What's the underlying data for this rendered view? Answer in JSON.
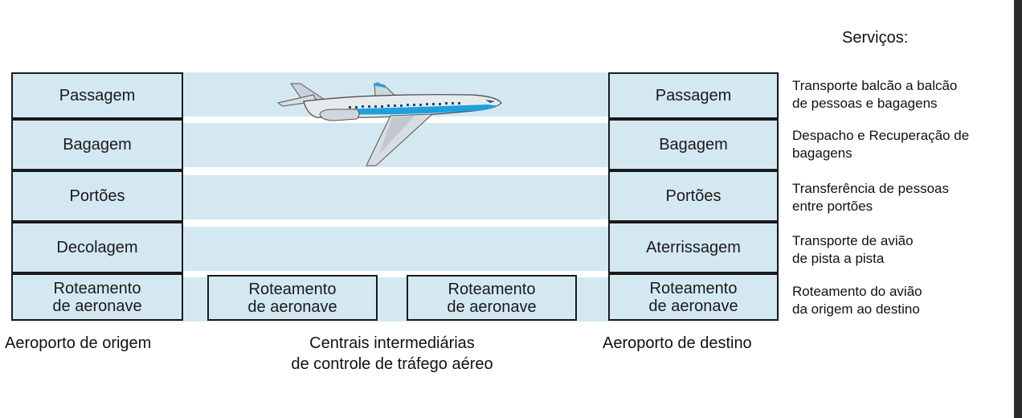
{
  "services_title": "Serviços:",
  "origin": {
    "layers": [
      "Passagem",
      "Bagagem",
      "Portões",
      "Decolagem"
    ],
    "routing": [
      "Roteamento",
      "de aeronave"
    ],
    "caption": "Aeroporto de origem"
  },
  "intermediate": {
    "routing_1": [
      "Roteamento",
      "de aeronave"
    ],
    "routing_2": [
      "Roteamento",
      "de aeronave"
    ],
    "caption": [
      "Centrais intermediárias",
      "de controle de tráfego aéreo"
    ]
  },
  "destination": {
    "layers": [
      "Passagem",
      "Bagagem",
      "Portões",
      "Aterrissagem"
    ],
    "routing": [
      "Roteamento",
      "de aeronave"
    ],
    "caption": "Aeroporto de destino"
  },
  "services": [
    [
      "Transporte balcão a balcão",
      "de pessoas e bagagens"
    ],
    [
      "Despacho e Recuperação de",
      "bagagens"
    ],
    [
      "Transferência de pessoas",
      "entre portões"
    ],
    [
      "Transporte de avião",
      "de pista a pista"
    ],
    [
      "Roteamento do avião",
      "da origem ao destino"
    ]
  ],
  "colors": {
    "layer_fill": "#d4e8f2",
    "border": "#1a1a1a",
    "plane_stripe": "#1fa0dc"
  },
  "icons": {
    "plane": "airplane-icon"
  }
}
